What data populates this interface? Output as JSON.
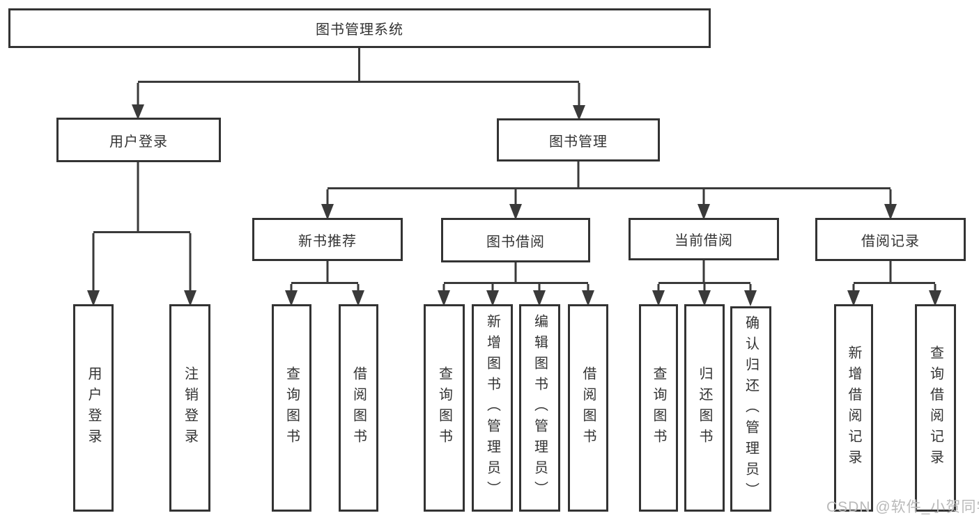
{
  "nodes": {
    "root": "图书管理系统",
    "user_login": "用户登录",
    "book_management": "图书管理",
    "new_book_recommend": "新书推荐",
    "book_borrow": "图书借阅",
    "current_borrow": "当前借阅",
    "borrow_record": "借阅记录",
    "leaf_user_login": "用户登录",
    "leaf_logout": "注销登录",
    "leaf_rec_query_book": "查询图书",
    "leaf_rec_borrow_book": "借阅图书",
    "leaf_bor_query_book": "查询图书",
    "leaf_bor_add_book": "新增图书（管理员）",
    "leaf_bor_edit_book": "编辑图书（管理员）",
    "leaf_bor_borrow_book": "借阅图书",
    "leaf_cur_query_book": "查询图书",
    "leaf_cur_return_book": "归还图书",
    "leaf_cur_confirm_return": "确认归还（管理员）",
    "leaf_record_add": "新增借阅记录",
    "leaf_record_query": "查询借阅记录"
  },
  "watermark": "CSDN @软件_小贺同学",
  "colors": {
    "line": "#3a3a3a",
    "box_border": "#333333",
    "text": "#333333",
    "watermark": "#b9b9b9",
    "background": "#ffffff"
  }
}
